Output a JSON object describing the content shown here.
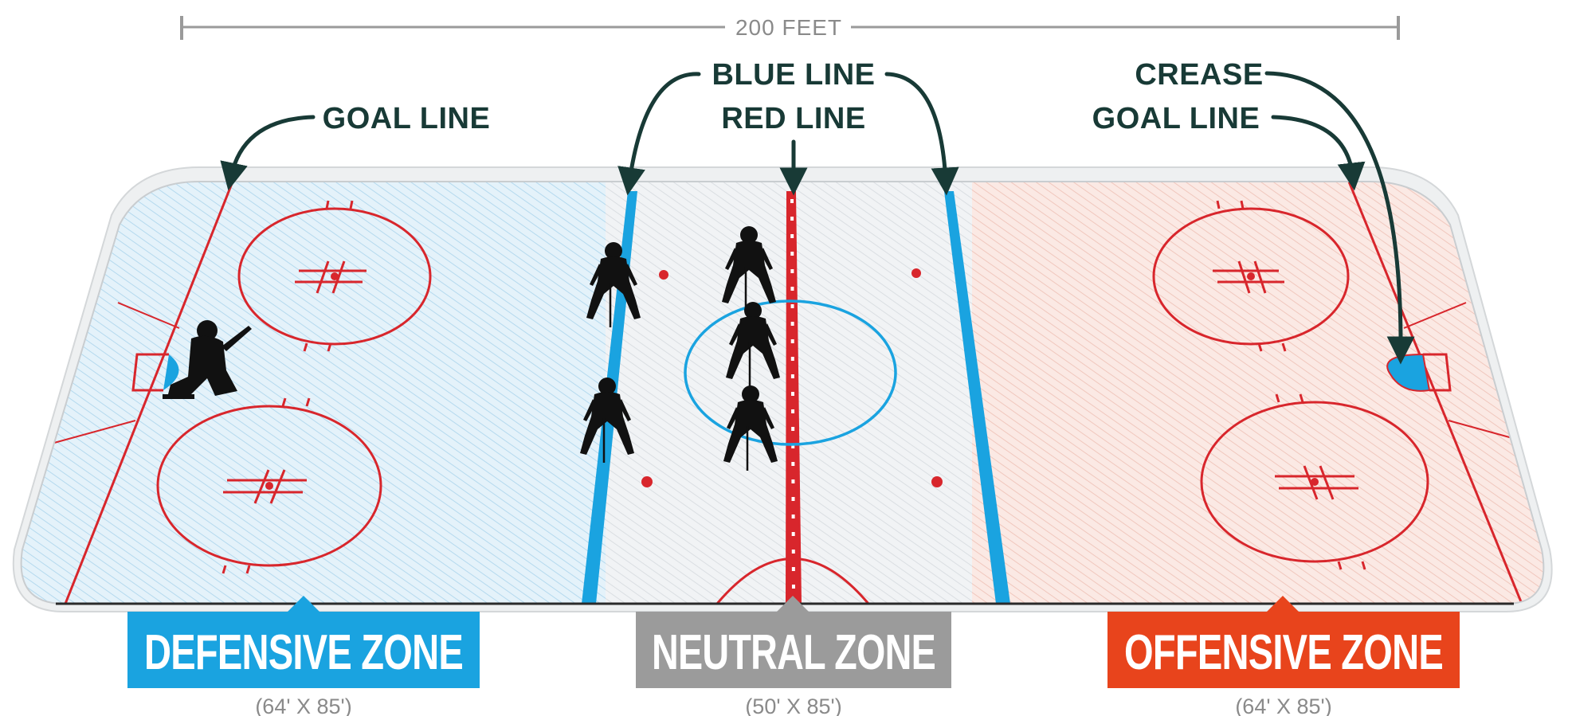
{
  "dimension": {
    "label": "200 FEET"
  },
  "labels": {
    "goal_line_left": "GOAL LINE",
    "blue_line": "BLUE LINE",
    "red_line": "RED LINE",
    "crease": "CREASE",
    "goal_line_right": "GOAL LINE"
  },
  "zones": [
    {
      "name": "DEFENSIVE ZONE",
      "size": "(64' X 85')",
      "color": "#1aa3e0"
    },
    {
      "name": "NEUTRAL ZONE",
      "size": "(50' X 85')",
      "color": "#9b9b9b"
    },
    {
      "name": "OFFENSIVE ZONE",
      "size": "(64' X 85')",
      "color": "#e8441c"
    }
  ],
  "colors": {
    "rink_red": "#d8262c",
    "blue_line": "#1aa3e0",
    "annotation": "#183a36",
    "player": "#111111"
  }
}
